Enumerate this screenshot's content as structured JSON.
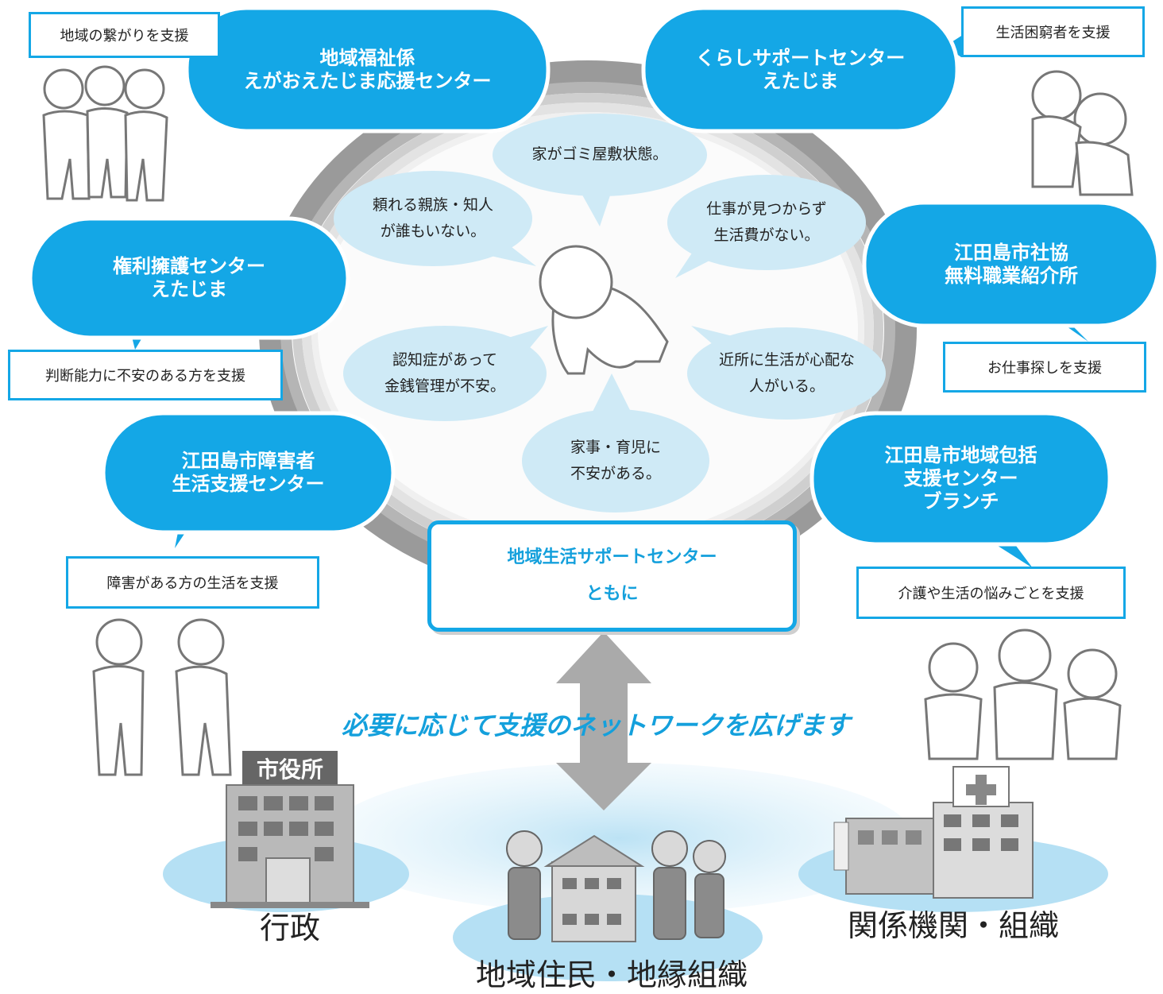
{
  "colors": {
    "accent": "#14a7e6",
    "accent_text": "#14a0dc",
    "bubble": "#cfeaf6",
    "ground": "#bfe4f5",
    "figure_stroke": "#777777"
  },
  "agencies": [
    {
      "lines": [
        "地域福祉係",
        "えがおえたじま応援センター"
      ],
      "note": "地域の繋がりを支援"
    },
    {
      "lines": [
        "くらしサポートセンター",
        "えたじま"
      ],
      "note": "生活困窮者を支援"
    },
    {
      "lines": [
        "権利擁護センター",
        "えたじま"
      ],
      "note": "判断能力に不安のある方を支援"
    },
    {
      "lines": [
        "江田島市社協",
        "無料職業紹介所"
      ],
      "note": "お仕事探しを支援"
    },
    {
      "lines": [
        "江田島市障害者",
        "生活支援センター"
      ],
      "note": "障害がある方の生活を支援"
    },
    {
      "lines": [
        "江田島市地域包括",
        "支援センター",
        "ブランチ"
      ],
      "note": "介護や生活の悩みごとを支援"
    }
  ],
  "concerns": [
    {
      "lines": [
        "家がゴミ屋敷状態。"
      ]
    },
    {
      "lines": [
        "頼れる親族・知人",
        "が誰もいない。"
      ]
    },
    {
      "lines": [
        "仕事が見つからず",
        "生活費がない。"
      ]
    },
    {
      "lines": [
        "認知症があって",
        "金銭管理が不安。"
      ]
    },
    {
      "lines": [
        "近所に生活が心配な",
        "人がいる。"
      ]
    },
    {
      "lines": [
        "家事・育児に",
        "不安がある。"
      ]
    }
  ],
  "center": {
    "lines": [
      "地域生活サポートセンター",
      "ともに"
    ]
  },
  "slogan": "必要に応じて支援のネットワークを広げます",
  "ground": {
    "left": "行政",
    "right": "関係機関・組織",
    "center": "地域住民・地縁組織"
  },
  "city_hall_sign": "市役所"
}
